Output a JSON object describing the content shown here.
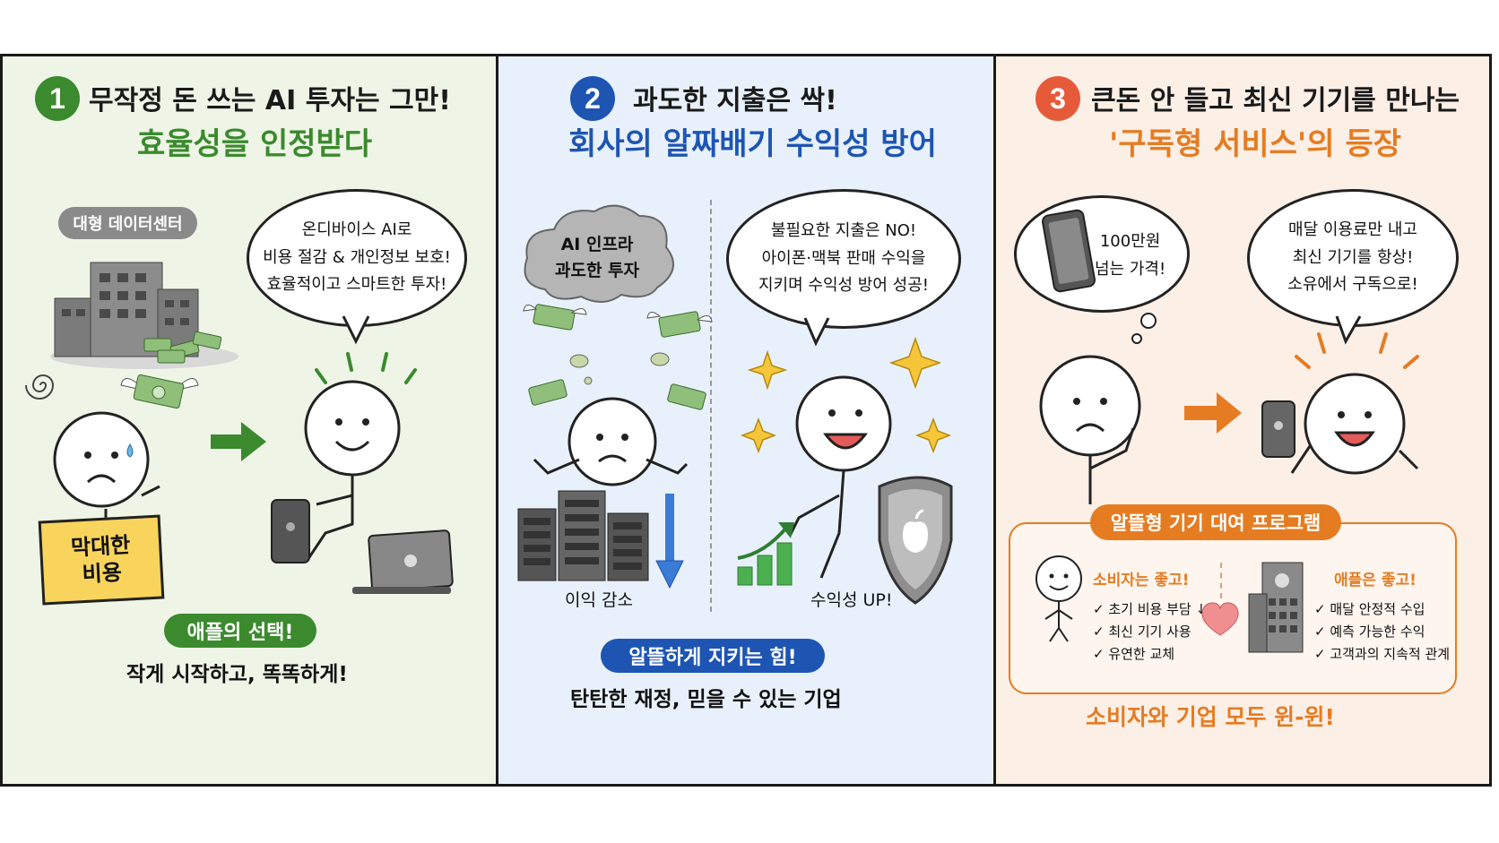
{
  "panel1": {
    "number": "1",
    "headline": "무작정 돈 쓰는 AI 투자는 그만!",
    "subheadline": "효율성을 인정받다",
    "datacenter_label": "대형 데이터센터",
    "bubble_lines": [
      "온디바이스 AI로",
      "비용 절감 & 개인정보 보호!",
      "효율적이고 스마트한 투자!"
    ],
    "sign_lines": [
      "막대한",
      "비용"
    ],
    "badge": "애플의 선택!",
    "caption": "작게 시작하고, 똑똑하게!",
    "accent": "#3b8a2e"
  },
  "panel2": {
    "number": "2",
    "headline": "과도한 지출은 싹!",
    "subheadline": "회사의 알짜배기 수익성 방어",
    "cloud_lines": [
      "AI 인프라",
      "과도한 투자"
    ],
    "bubble_lines": [
      "불필요한 지출은 NO!",
      "아이폰·맥북 판매 수익을",
      "지키며 수익성 방어 성공!"
    ],
    "profit_down": "이익 감소",
    "profit_up": "수익성 UP!",
    "badge": "알뜰하게 지키는 힘!",
    "caption": "탄탄한 재정, 믿을 수 있는 기업",
    "accent": "#1e55b3"
  },
  "panel3": {
    "number": "3",
    "headline": "큰돈 안 들고 최신 기기를 만나는",
    "subheadline": "'구독형 서비스'의 등장",
    "thought_lines": [
      "100만원",
      "넘는 가격!"
    ],
    "bubble_lines": [
      "매달 이용료만 내고",
      "최신 기기를 항상!",
      "소유에서 구독으로!"
    ],
    "program_title": "알뜰형 기기 대여 프로그램",
    "consumer_title": "소비자는 좋고!",
    "consumer_items": [
      "✓ 초기 비용 부담 ↓",
      "✓ 최신 기기 사용",
      "✓ 유연한 교체"
    ],
    "apple_title": "애플은 좋고!",
    "apple_items": [
      "✓ 매달 안정적 수입",
      "✓ 예측 가능한 수익",
      "✓ 고객과의 지속적 관계"
    ],
    "caption": "소비자와 기업 모두 윈-윈!",
    "accent": "#e57c22"
  }
}
